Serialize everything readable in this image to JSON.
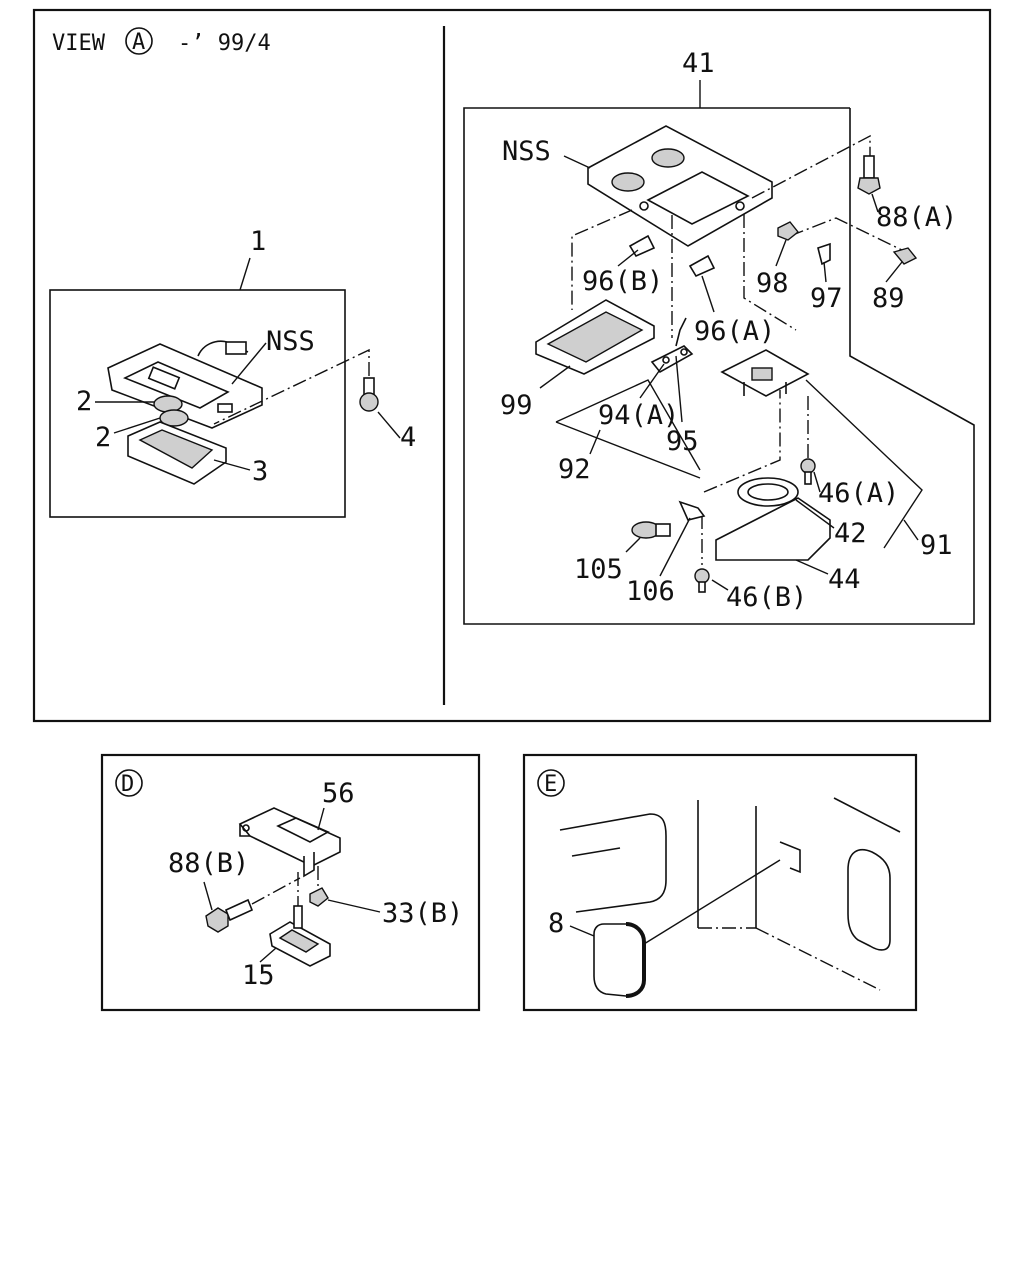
{
  "view_a": {
    "title": "VIEW",
    "circle_letter": "A",
    "suffix": "-’ 99/4",
    "left_group": {
      "group_label": "1",
      "nss_label": "NSS",
      "labels": [
        "2",
        "2",
        "3",
        "4"
      ]
    },
    "right_group": {
      "group_label": "41",
      "nss_label": "NSS",
      "labels": [
        "88(A)",
        "96(B)",
        "98",
        "97",
        "89",
        "96(A)",
        "99",
        "94(A)",
        "95",
        "92",
        "46(A)",
        "42",
        "91",
        "105",
        "106",
        "46(B)",
        "44"
      ]
    }
  },
  "view_d": {
    "circle_letter": "D",
    "labels": [
      "56",
      "88(B)",
      "33(B)",
      "15"
    ]
  },
  "view_e": {
    "circle_letter": "E",
    "labels": [
      "8"
    ]
  }
}
